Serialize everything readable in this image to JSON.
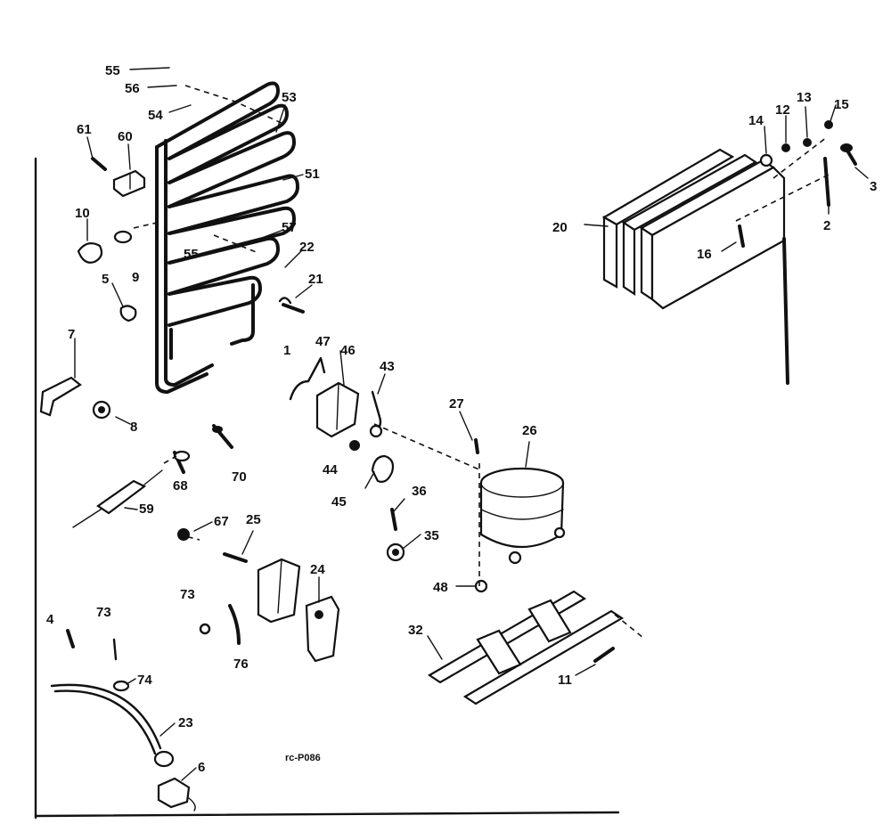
{
  "diagram": {
    "footer_code": "rc-P086",
    "labels": [
      {
        "id": "55a",
        "text": "55"
      },
      {
        "id": "56",
        "text": "56"
      },
      {
        "id": "54",
        "text": "54"
      },
      {
        "id": "53",
        "text": "53"
      },
      {
        "id": "61",
        "text": "61"
      },
      {
        "id": "60",
        "text": "60"
      },
      {
        "id": "51",
        "text": "51"
      },
      {
        "id": "10",
        "text": "10"
      },
      {
        "id": "9",
        "text": "9"
      },
      {
        "id": "57",
        "text": "57"
      },
      {
        "id": "55b",
        "text": "55"
      },
      {
        "id": "22",
        "text": "22"
      },
      {
        "id": "5",
        "text": "5"
      },
      {
        "id": "21",
        "text": "21"
      },
      {
        "id": "1",
        "text": "1"
      },
      {
        "id": "7",
        "text": "7"
      },
      {
        "id": "47",
        "text": "47"
      },
      {
        "id": "46",
        "text": "46"
      },
      {
        "id": "43",
        "text": "43"
      },
      {
        "id": "8",
        "text": "8"
      },
      {
        "id": "27",
        "text": "27"
      },
      {
        "id": "26",
        "text": "26"
      },
      {
        "id": "70",
        "text": "70"
      },
      {
        "id": "44",
        "text": "44"
      },
      {
        "id": "68",
        "text": "68"
      },
      {
        "id": "45",
        "text": "45"
      },
      {
        "id": "36",
        "text": "36"
      },
      {
        "id": "59",
        "text": "59"
      },
      {
        "id": "67",
        "text": "67"
      },
      {
        "id": "25",
        "text": "25"
      },
      {
        "id": "35",
        "text": "35"
      },
      {
        "id": "24",
        "text": "24"
      },
      {
        "id": "48",
        "text": "48"
      },
      {
        "id": "73a",
        "text": "73"
      },
      {
        "id": "4",
        "text": "4"
      },
      {
        "id": "73b",
        "text": "73"
      },
      {
        "id": "76",
        "text": "76"
      },
      {
        "id": "32",
        "text": "32"
      },
      {
        "id": "74",
        "text": "74"
      },
      {
        "id": "11",
        "text": "11"
      },
      {
        "id": "23",
        "text": "23"
      },
      {
        "id": "6",
        "text": "6"
      },
      {
        "id": "14",
        "text": "14"
      },
      {
        "id": "12",
        "text": "12"
      },
      {
        "id": "13",
        "text": "13"
      },
      {
        "id": "15",
        "text": "15"
      },
      {
        "id": "3",
        "text": "3"
      },
      {
        "id": "20",
        "text": "20"
      },
      {
        "id": "16",
        "text": "16"
      },
      {
        "id": "2",
        "text": "2"
      }
    ]
  }
}
